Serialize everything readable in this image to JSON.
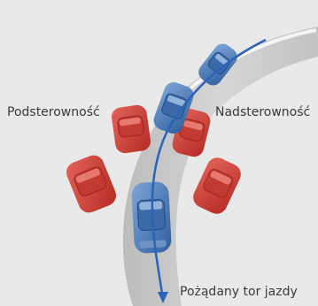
{
  "labels": {
    "understeer": "Podsterowność",
    "oversteer": "Nadsterowność",
    "desired_path": "Pożądany tor jazdy"
  },
  "colors": {
    "background": "#e9e9e9",
    "road": "#cfcfcf",
    "desired_path_line": "#2a63b8",
    "car_desired": "#4a77b3",
    "car_deviation": "#d43c34"
  }
}
